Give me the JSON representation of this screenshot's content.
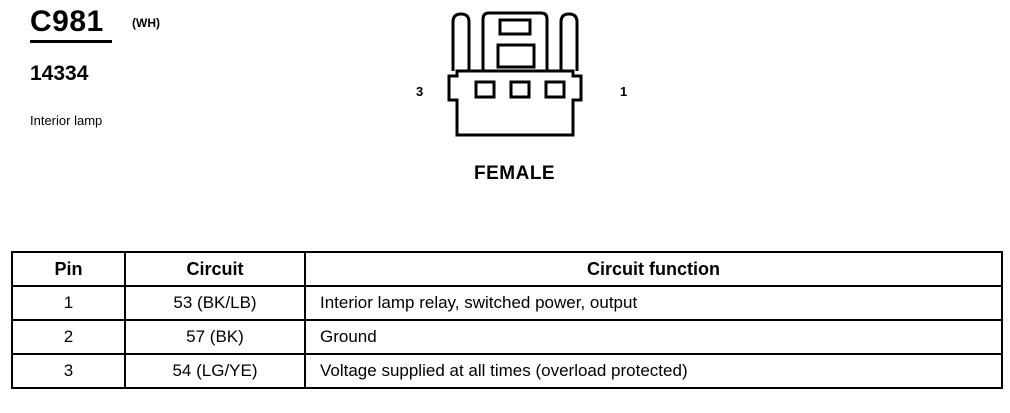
{
  "connector": {
    "id": "C981",
    "color_code": "(WH)",
    "part_number": "14334",
    "description": "Interior lamp",
    "gender": "FEMALE",
    "pin_labels": {
      "left": "3",
      "right": "1"
    }
  },
  "table": {
    "headers": {
      "pin": "Pin",
      "circuit": "Circuit",
      "function": "Circuit function"
    },
    "rows": [
      {
        "pin": "1",
        "circuit": "53 (BK/LB)",
        "function": "Interior lamp relay, switched power, output"
      },
      {
        "pin": "2",
        "circuit": "57 (BK)",
        "function": "Ground"
      },
      {
        "pin": "3",
        "circuit": "54 (LG/YE)",
        "function": "Voltage supplied at all times (overload protected)"
      }
    ]
  }
}
